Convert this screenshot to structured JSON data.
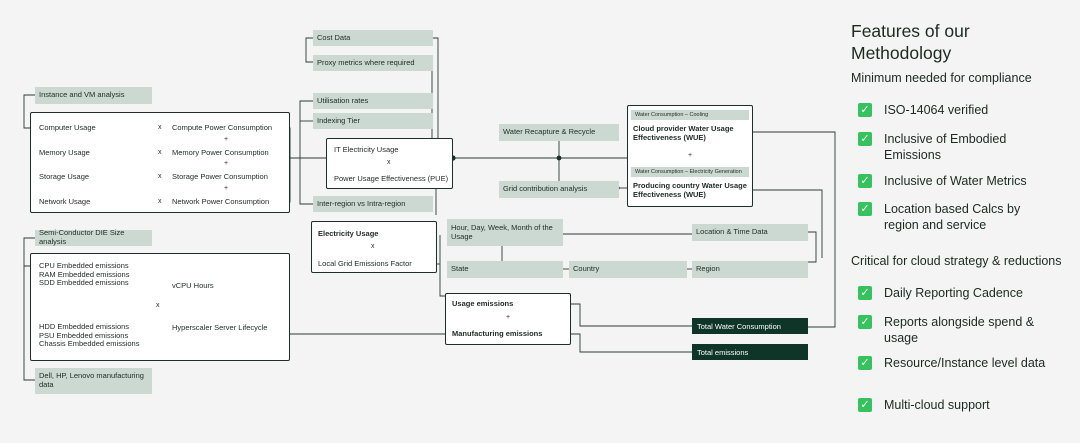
{
  "diagram": {
    "top": {
      "cost_data": "Cost Data",
      "proxy_metrics": "Proxy metrics where required",
      "instance_vm": "Instance and VM analysis",
      "utilisation": "Utilisation rates",
      "indexing": "Indexing Tier",
      "inter_region": "Inter-region vs Intra-region"
    },
    "usage_table": {
      "rows": [
        {
          "usage": "Computer Usage",
          "power": "Compute Power Consumption"
        },
        {
          "usage": "Memory Usage",
          "power": "Memory Power Consumption"
        },
        {
          "usage": "Storage Usage",
          "power": "Storage Power Consumption"
        },
        {
          "usage": "Network Usage",
          "power": "Network Power Consumption"
        }
      ],
      "times": "x",
      "plus": "+"
    },
    "it": {
      "electricity": "IT Electricity Usage",
      "times": "x",
      "pue": "Power Usage Effectiveness (PUE)"
    },
    "water": {
      "recapture": "Water Recapture & Recycle",
      "grid": "Grid contribution analysis",
      "cooling_tag": "Water Consumption – Cooling",
      "cooling_title": "Cloud provider Water Usage Effectiveness (WUE)",
      "plus": "+",
      "gen_tag": "Water Consumption – Electricity Generation",
      "gen_title": "Producing country Water Usage Effectiveness (WUE)"
    },
    "embodied": {
      "semi": "Semi-Conductor DIE Size analysis",
      "group1": [
        "CPU Embedded emissions",
        "RAM Embedded emissions",
        "SDD Embedded emissions"
      ],
      "vcpu": "vCPU Hours",
      "times": "x",
      "group2": [
        "HDD Embedded emissions",
        "PSU Embedded emissions",
        "Chassis Embedded emissions"
      ],
      "server": "Hyperscaler Server Lifecycle",
      "vendors": "Dell, HP, Lenovo manufacturing data"
    },
    "electricity_box": {
      "title": "Electricity Usage",
      "times": "x",
      "factor": "Local Grid Emissions Factor"
    },
    "time": {
      "hour": "Hour, Day, Week, Month of the Usage",
      "location_time": "Location & Time Data",
      "state": "State",
      "country": "Country",
      "region": "Region"
    },
    "emissions": {
      "usage": "Usage emissions",
      "plus": "+",
      "manufacturing": "Manufacturing emissions"
    },
    "outputs": {
      "water_total": "Total Water Consumption",
      "emissions_total": "Total emissions"
    }
  },
  "panel": {
    "title": "Features of our Methodology",
    "compliance_heading": "Minimum needed for compliance",
    "compliance_items": [
      "ISO-14064 verified",
      "Inclusive of Embodied Emissions",
      "Inclusive of Water Metrics",
      "Location based Calcs by region and service"
    ],
    "strategy_heading": "Critical for cloud strategy & reductions",
    "strategy_items": [
      "Daily Reporting Cadence",
      "Reports alongside spend & usage",
      "Resource/Instance level data",
      "Multi-cloud support"
    ],
    "check_icon": "check-icon",
    "accent_color": "#35c25f",
    "dark_color": "#0f3529",
    "label_color": "#ccd8d2"
  }
}
